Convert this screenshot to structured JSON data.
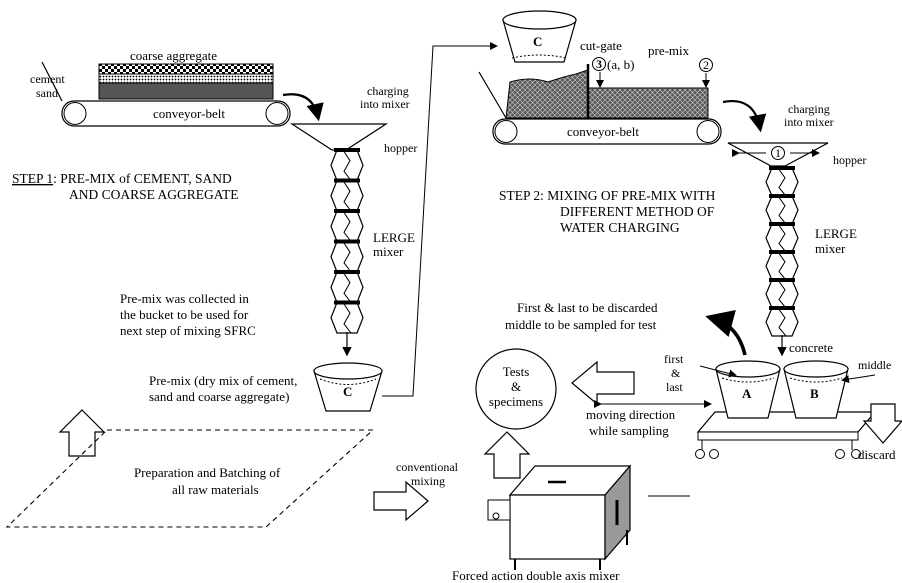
{
  "belt1": {
    "coarse_aggregate": "coarse aggregate",
    "cement": "cement",
    "sand": "sand",
    "conveyor_belt": "conveyor-belt",
    "charging": [
      "charging",
      "into mixer"
    ],
    "hopper": "hopper",
    "mixer": [
      "LERGE",
      "mixer"
    ]
  },
  "step1": {
    "prefix": "STEP 1",
    "lines": [
      ": PRE-MIX of CEMENT, SAND",
      "AND COARSE AGGREGATE"
    ]
  },
  "collected_note": [
    "Pre-mix was collected in",
    "the bucket to be used for",
    "next step of mixing SFRC"
  ],
  "premix_desc": [
    "Pre-mix (dry mix of cement,",
    "sand and coarse aggregate)"
  ],
  "bucket_label": "C",
  "belt2": {
    "bucket_label": "C",
    "cut_gate": "cut-gate",
    "pre_mix": "pre-mix",
    "pos3": "3",
    "pos3_suffix": "(a, b)",
    "pos2": "2",
    "pos1": "1",
    "conveyor_belt": "conveyor-belt",
    "charging": [
      "charging",
      "into mixer"
    ],
    "hopper": "hopper",
    "mixer": [
      "LERGE",
      "mixer"
    ],
    "concrete": "concrete"
  },
  "step2": [
    "STEP 2: MIXING OF PRE-MIX WITH",
    "DIFFERENT METHOD OF",
    "WATER CHARGING"
  ],
  "discard_note": [
    "First & last to be discarded",
    "middle to be sampled for test"
  ],
  "sampling": {
    "first_last": [
      "first",
      "&",
      "last"
    ],
    "middle": "middle",
    "bucket_a": "A",
    "bucket_b": "B",
    "moving": [
      "moving direction",
      "while sampling"
    ],
    "discard": "discard"
  },
  "tests": [
    "Tests",
    "&",
    "specimens"
  ],
  "preparation": [
    "Preparation and Batching of",
    "all raw materials"
  ],
  "conventional": [
    "conventional",
    "mixing"
  ],
  "forced_mixer": "Forced action double axis mixer"
}
